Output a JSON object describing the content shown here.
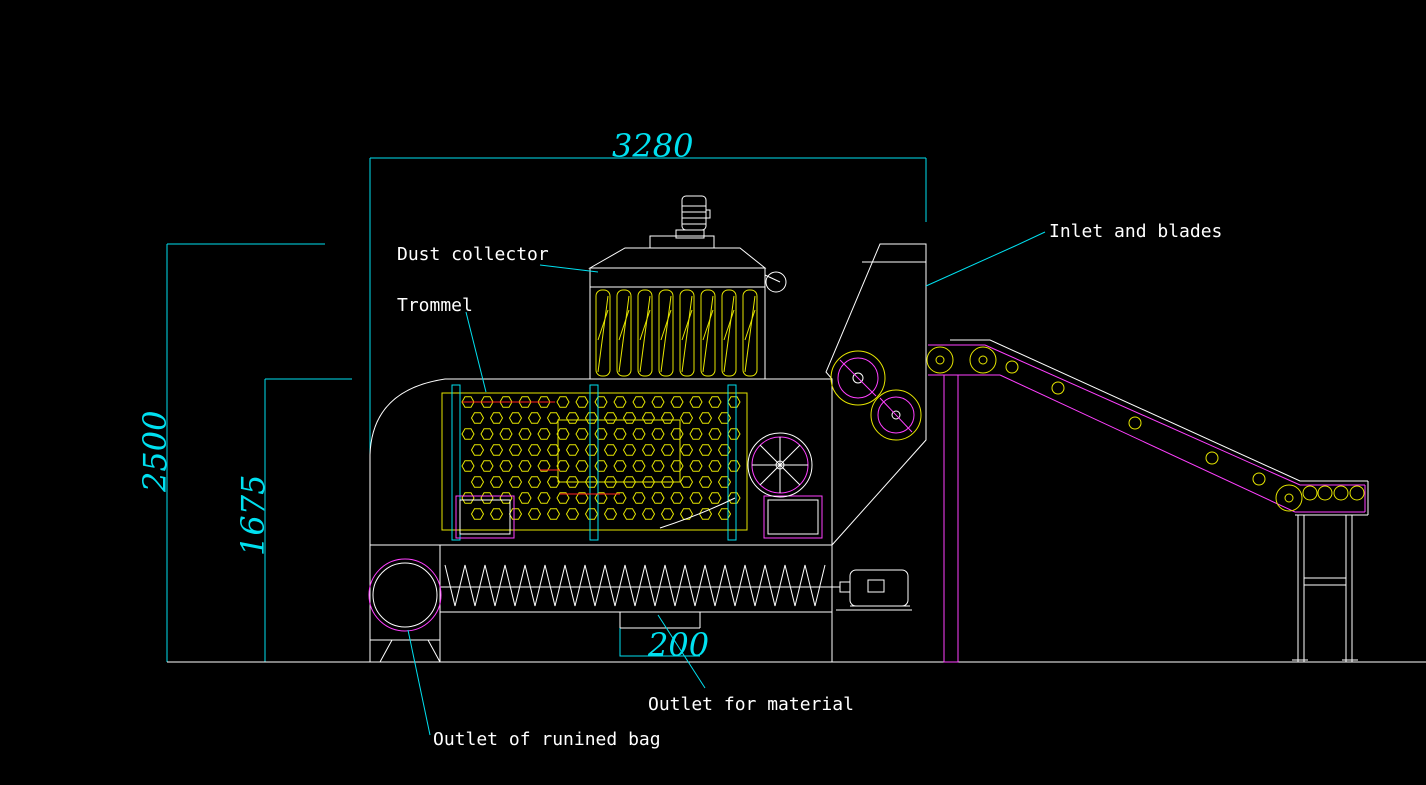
{
  "labels": {
    "dust_collector": "Dust collector",
    "trommel": "Trommel",
    "inlet_and_blades": "Inlet and blades",
    "outlet_for_material": "Outlet for material",
    "outlet_of_ruined_bag": "Outlet of runined bag"
  },
  "dimensions": {
    "overall_width": "3280",
    "overall_height": "2500",
    "body_height": "1675",
    "outlet_width": "200"
  },
  "colors": {
    "background": "#000000",
    "outline": "#ffffff",
    "dimension": "#00e0f0",
    "filter": "#e6e600",
    "magenta": "#ff40ff",
    "red": "#ff2020"
  }
}
